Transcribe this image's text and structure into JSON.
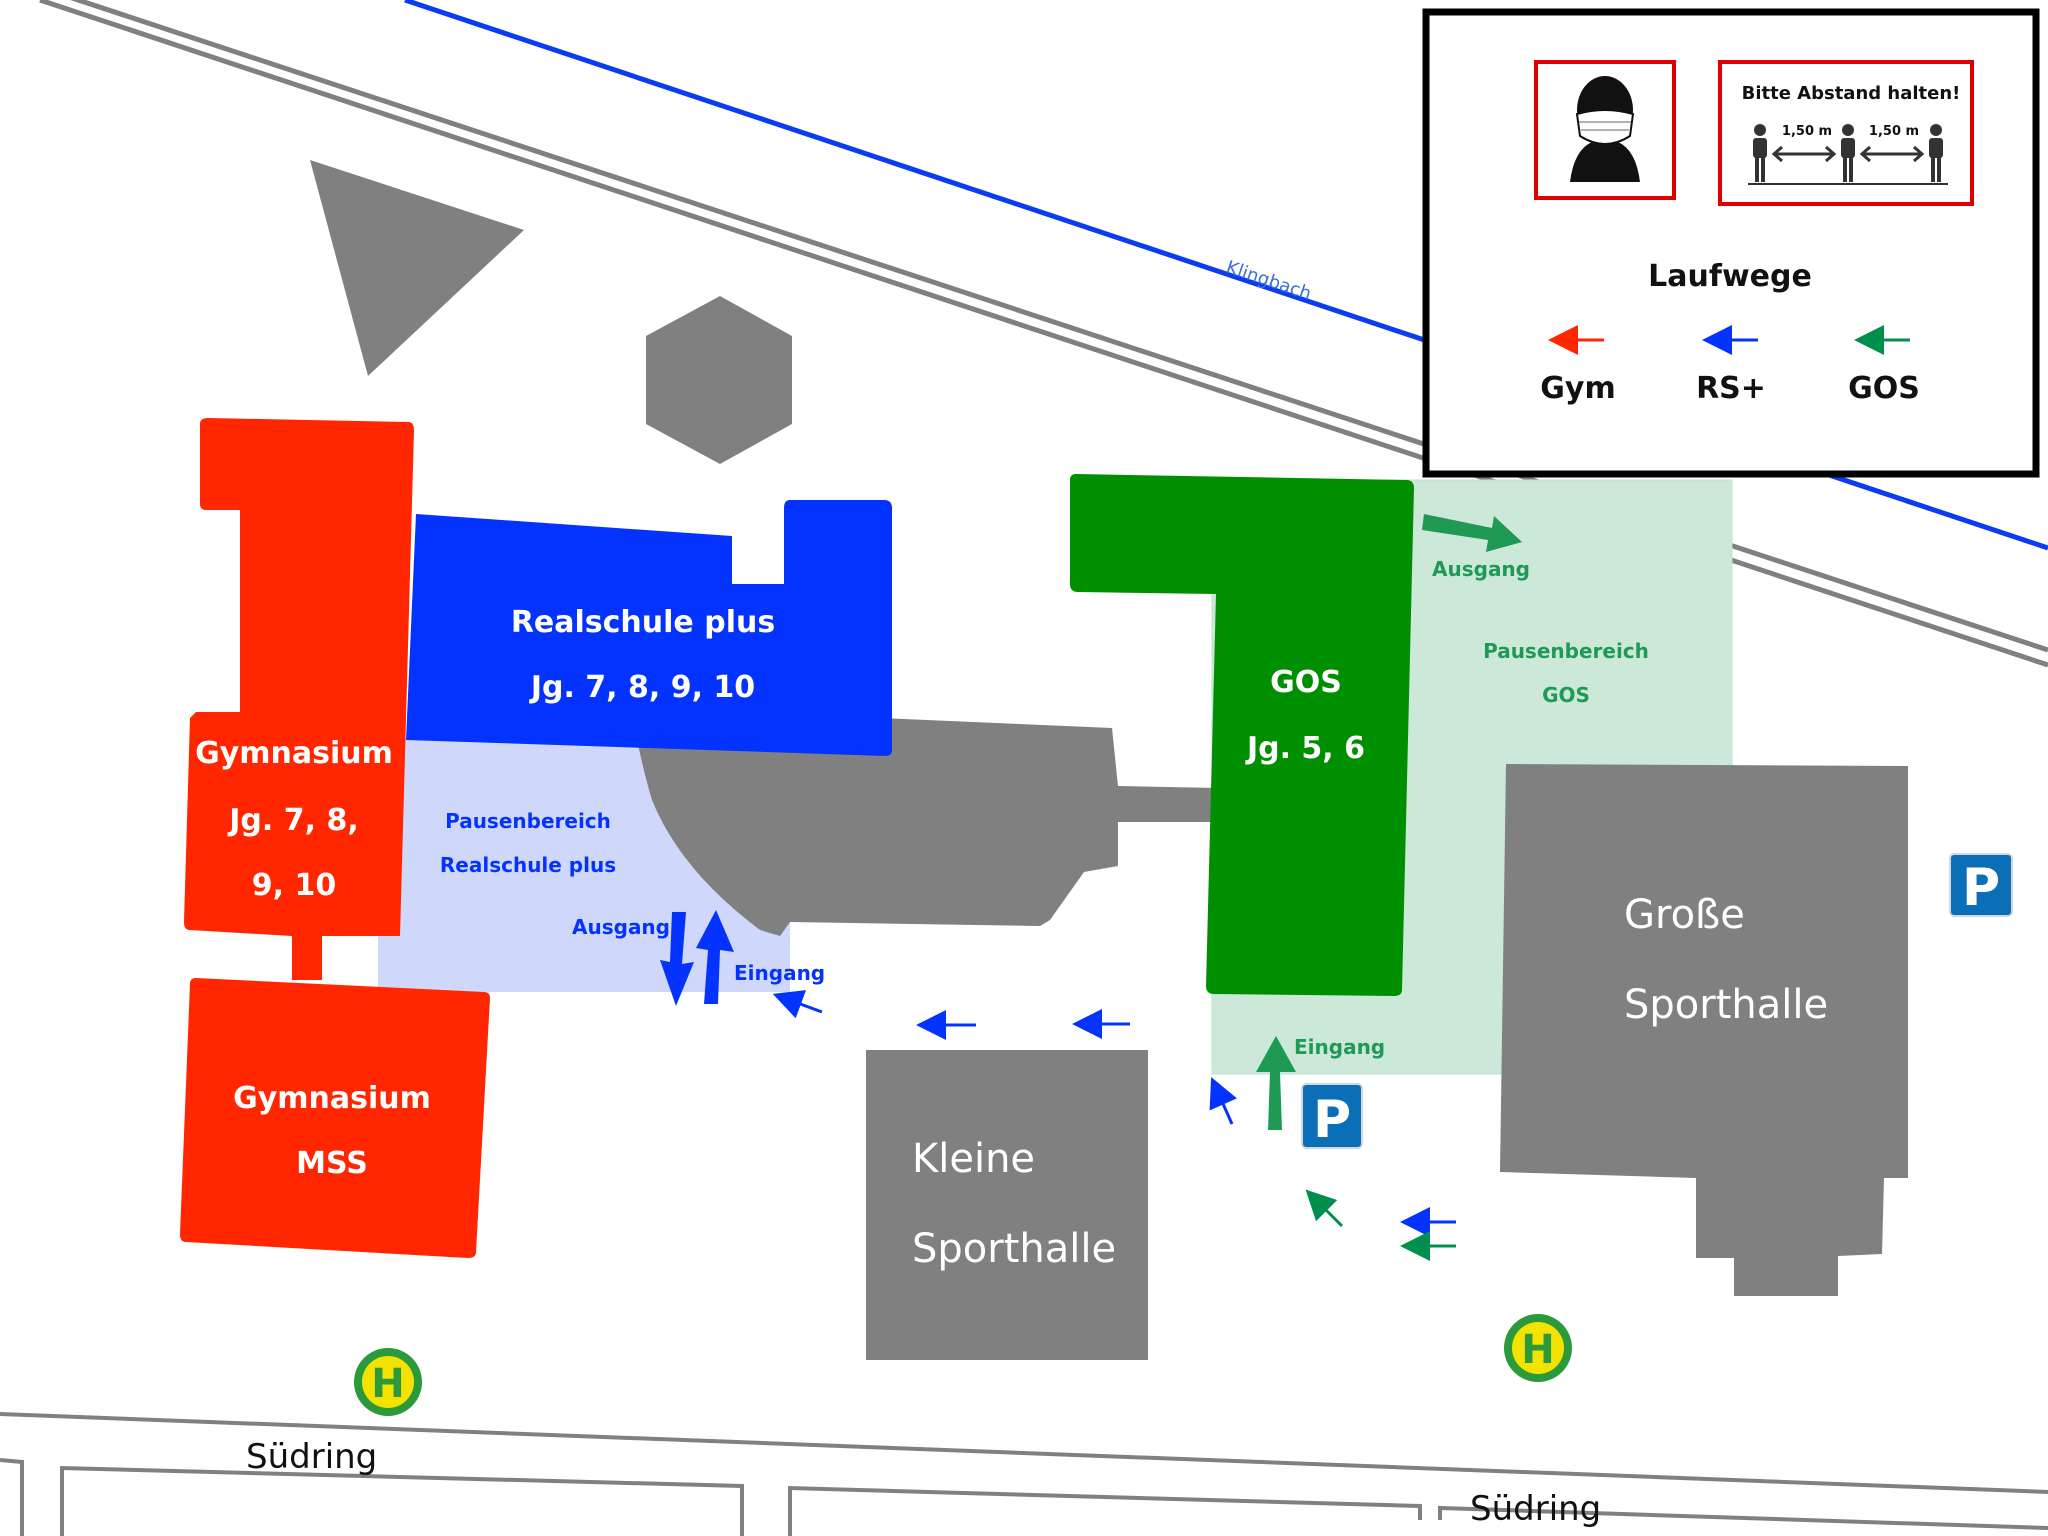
{
  "map": {
    "waterway": {
      "name": "Klingbach",
      "color": "#0b3df0"
    },
    "streets": {
      "south_left": "Südring",
      "south_right": "Südring"
    },
    "buildings": {
      "gymnasium": {
        "line1": "Gymnasium",
        "line2": "Jg. 7, 8,",
        "line3": "9, 10",
        "color": "#ff2600"
      },
      "gymnasium_mss": {
        "line1": "Gymnasium",
        "line2": "MSS",
        "color": "#ff2600"
      },
      "realschule": {
        "line1": "Realschule plus",
        "line2": "Jg. 7, 8, 9, 10",
        "color": "#0433ff"
      },
      "gos": {
        "line1": "GOS",
        "line2": "Jg. 5, 6",
        "color": "#008f00"
      },
      "kleine_sporthalle": {
        "line1": "Kleine",
        "line2": "Sporthalle",
        "color": "#7f7f7f"
      },
      "grosse_sporthalle": {
        "line1": "Große",
        "line2": "Sporthalle",
        "color": "#7f7f7f"
      }
    },
    "areas": {
      "pausen_rs": {
        "line1": "Pausenbereich",
        "line2": "Realschule plus",
        "color": "#cfd8fb"
      },
      "pausen_gos": {
        "line1": "Pausenbereich",
        "line2": "GOS",
        "color": "#cce8d9"
      }
    },
    "labels": {
      "rs_ausgang": "Ausgang",
      "rs_eingang": "Eingang",
      "gos_ausgang": "Ausgang",
      "gos_eingang": "Eingang"
    },
    "parking_symbol": "P",
    "bus_stop_symbol": "H"
  },
  "legend": {
    "distance_sign_title": "Bitte Abstand halten!",
    "distance_left": "1,50 m",
    "distance_right": "1,50 m",
    "paths_title": "Laufwege",
    "items": [
      {
        "label": "Gym",
        "color": "#ff2600"
      },
      {
        "label": "RS+",
        "color": "#0433ff"
      },
      {
        "label": "GOS",
        "color": "#008f4c"
      }
    ]
  }
}
